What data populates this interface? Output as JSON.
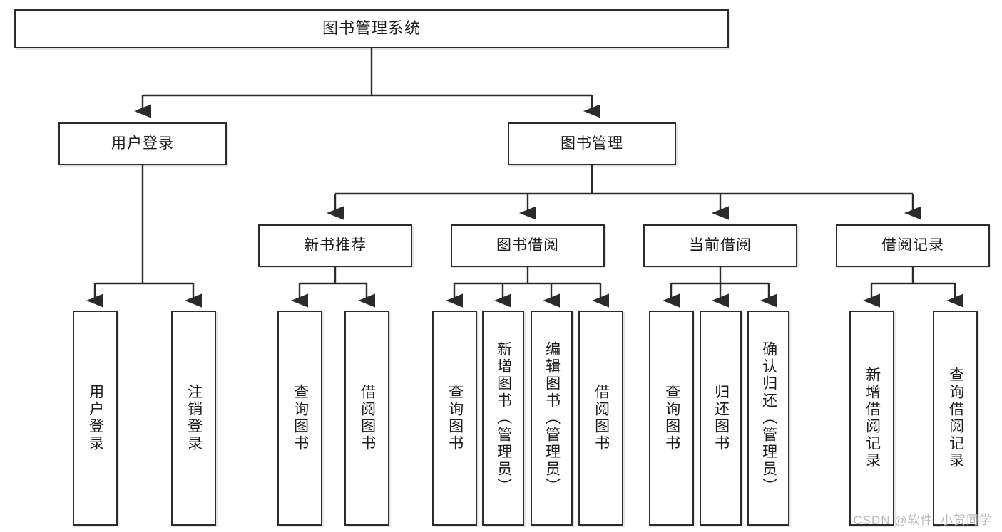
{
  "diagram": {
    "type": "tree",
    "title": "图书管理系统",
    "watermark": "CSDN @软件_小贺同学",
    "colors": {
      "box_border": "#2b2b2b",
      "box_fill": "#ffffff",
      "edge": "#2b2b2b",
      "text": "#1c1c1c",
      "watermark": "#b9b9b9"
    },
    "nodes": {
      "root": {
        "label": "图书管理系统"
      },
      "level2": [
        {
          "id": "user-login",
          "label": "用户登录"
        },
        {
          "id": "book-manage",
          "label": "图书管理"
        }
      ],
      "level3": [
        {
          "id": "new-book-rec",
          "label": "新书推荐"
        },
        {
          "id": "book-borrow",
          "label": "图书借阅"
        },
        {
          "id": "current-borrow",
          "label": "当前借阅"
        },
        {
          "id": "borrow-record",
          "label": "借阅记录"
        }
      ],
      "leaves": [
        {
          "id": "leaf-user-login",
          "label": "用户登录",
          "parent": "user-login"
        },
        {
          "id": "leaf-user-logout",
          "label": "注销登录",
          "parent": "user-login"
        },
        {
          "id": "leaf-query-book-1",
          "label": "查询图书",
          "parent": "new-book-rec"
        },
        {
          "id": "leaf-borrow-book-1",
          "label": "借阅图书",
          "parent": "new-book-rec"
        },
        {
          "id": "leaf-query-book-2",
          "label": "查询图书",
          "parent": "book-borrow"
        },
        {
          "id": "leaf-add-book",
          "label": "新增图书（管理员）",
          "parent": "book-borrow"
        },
        {
          "id": "leaf-edit-book",
          "label": "编辑图书（管理员）",
          "parent": "book-borrow"
        },
        {
          "id": "leaf-borrow-book-2",
          "label": "借阅图书",
          "parent": "book-borrow"
        },
        {
          "id": "leaf-query-book-3",
          "label": "查询图书",
          "parent": "current-borrow"
        },
        {
          "id": "leaf-return-book",
          "label": "归还图书",
          "parent": "current-borrow"
        },
        {
          "id": "leaf-confirm-return",
          "label": "确认归还（管理员）",
          "parent": "current-borrow"
        },
        {
          "id": "leaf-add-record",
          "label": "新增借阅记录",
          "parent": "borrow-record"
        },
        {
          "id": "leaf-query-record",
          "label": "查询借阅记录",
          "parent": "borrow-record"
        }
      ]
    }
  }
}
